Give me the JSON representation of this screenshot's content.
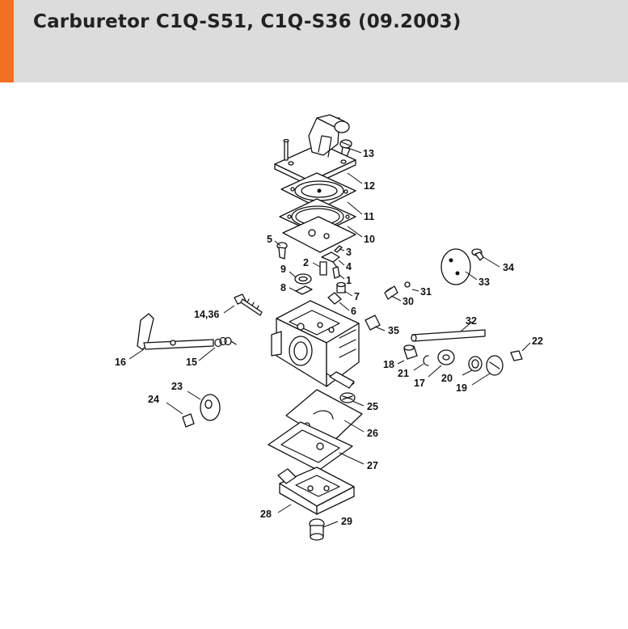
{
  "header": {
    "title": "Carburetor C1Q-S51, C1Q-S36 (09.2003)",
    "accent_color": "#f37021",
    "background_color": "#dcdcdc"
  },
  "callouts": {
    "c1": "1",
    "c2": "2",
    "c3": "3",
    "c4": "4",
    "c5": "5",
    "c6": "6",
    "c7": "7",
    "c8": "8",
    "c9": "9",
    "c10": "10",
    "c11": "11",
    "c12": "12",
    "c13": "13",
    "c14_36": "14,36",
    "c15": "15",
    "c16": "16",
    "c17": "17",
    "c18": "18",
    "c19": "19",
    "c20": "20",
    "c21": "21",
    "c22": "22",
    "c23": "23",
    "c24": "24",
    "c25": "25",
    "c26": "26",
    "c27": "27",
    "c28": "28",
    "c29": "29",
    "c30": "30",
    "c31": "31",
    "c32": "32",
    "c33": "33",
    "c34": "34",
    "c35": "35"
  }
}
